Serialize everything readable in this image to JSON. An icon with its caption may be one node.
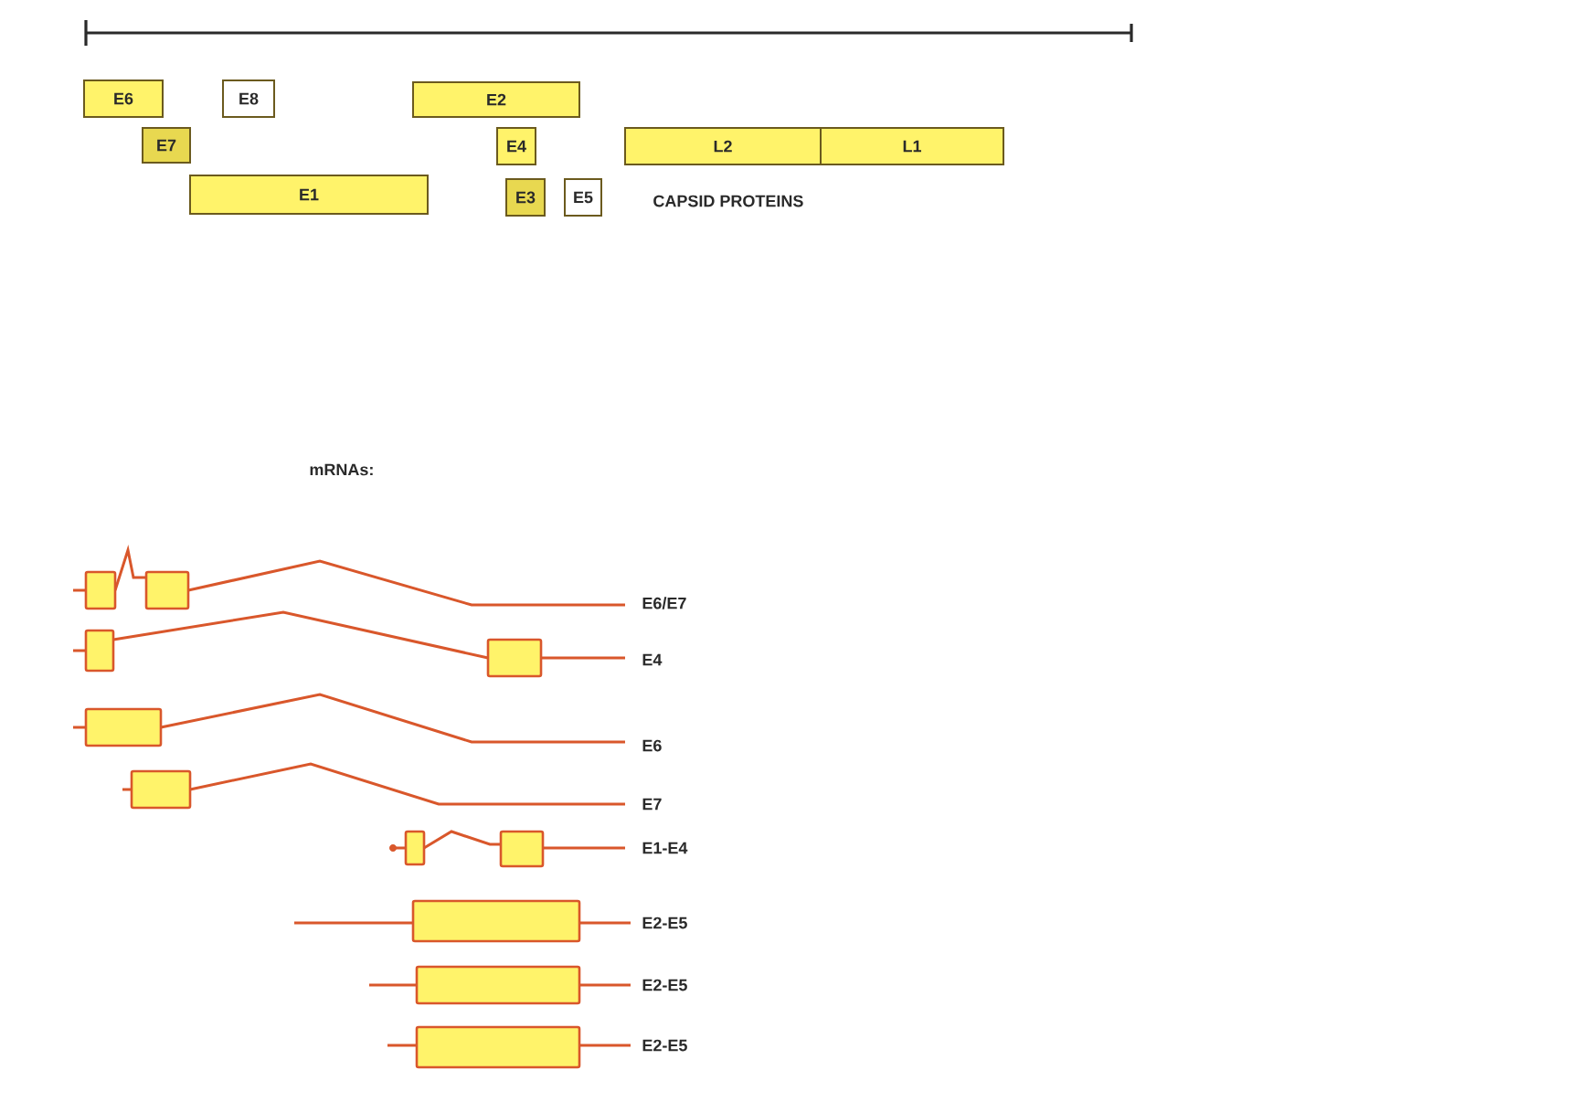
{
  "diagram": {
    "nodes": [
      {
        "text": [
          "E6"
        ]
      },
      {
        "text": [
          "E8"
        ]
      },
      {
        "text": [
          "E2"
        ]
      },
      {
        "text": [
          "E7"
        ]
      },
      {
        "text": [
          "E4"
        ]
      },
      {
        "text": [
          "L2"
        ]
      },
      {
        "text": [
          "L1"
        ]
      },
      {
        "text": [
          "E1"
        ]
      },
      {
        "text": [
          "E3"
        ]
      },
      {
        "text": [
          "E5"
        ]
      }
    ],
    "labels": [
      "CAPSID PROTEINS",
      "mRNAs:",
      "E6/E7",
      "E4",
      "E6",
      "E7",
      "E1-E4",
      "E2-E5",
      "E2-E5",
      "E2-E5"
    ]
  }
}
